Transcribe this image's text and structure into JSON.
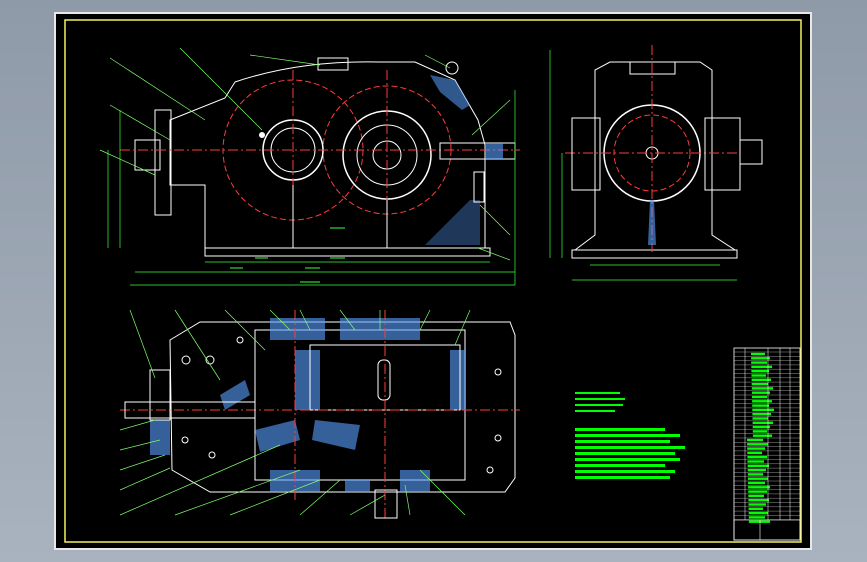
{
  "colors": {
    "viewport_bg_top": "#8f9aa8",
    "viewport_bg_bottom": "#a9b3bf",
    "sheet_bg": "#000000",
    "sheet_border": "#e8e8e8",
    "frame": "#f2f25a",
    "outline": "#ffffff",
    "dimension": "#3cff3c",
    "centerline": "#ff3b3b",
    "hatch": "#5aa0ff",
    "leader": "#7dff6a",
    "text_green": "#00ff00"
  },
  "views": {
    "front_view": "front-elevation",
    "side_view": "side-elevation",
    "plan_view": "plan-section"
  },
  "icons": {
    "lifting_eye": "lifting-eye-icon",
    "oil_gauge": "oil-gauge-icon",
    "shaft": "shaft-icon"
  }
}
